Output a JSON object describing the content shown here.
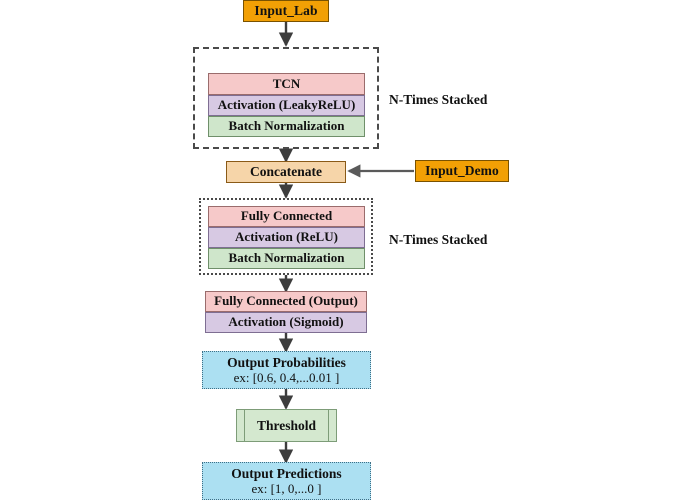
{
  "diagram": {
    "title": "Neural network architecture flowchart",
    "colors": {
      "input_fill": "#f2a005",
      "concat_fill": "#f6d5a9",
      "dense_fill": "#f6c9c9",
      "activation_fill": "#d7c9e3",
      "batchnorm_fill": "#cfe6cb",
      "threshold_fill": "#d4e8cf",
      "output_fill": "#ace0f2",
      "edge": "#4a4a4a",
      "group_border": "#4a4a4a"
    },
    "nodes": {
      "input_lab": "Input_Lab",
      "input_demo": "Input_Demo",
      "tcn": "TCN",
      "tcn_activation": "Activation (LeakyReLU)",
      "tcn_batchnorm": "Batch Normalization",
      "concatenate": "Concatenate",
      "fc": "Fully Connected",
      "fc_activation": "Activation (ReLU)",
      "fc_batchnorm": "Batch Normalization",
      "fc_output": "Fully Connected (Output)",
      "sigmoid": "Activation (Sigmoid)",
      "output_probabilities": "Output Probabilities",
      "output_probabilities_example": "ex: [0.6, 0.4,...0.01 ]",
      "threshold": "Threshold",
      "output_predictions": "Output Predictions",
      "output_predictions_example": "ex: [1, 0,...0 ]"
    },
    "annotations": {
      "stacked_tcn": "N-Times Stacked",
      "stacked_fc": "N-Times Stacked"
    }
  }
}
